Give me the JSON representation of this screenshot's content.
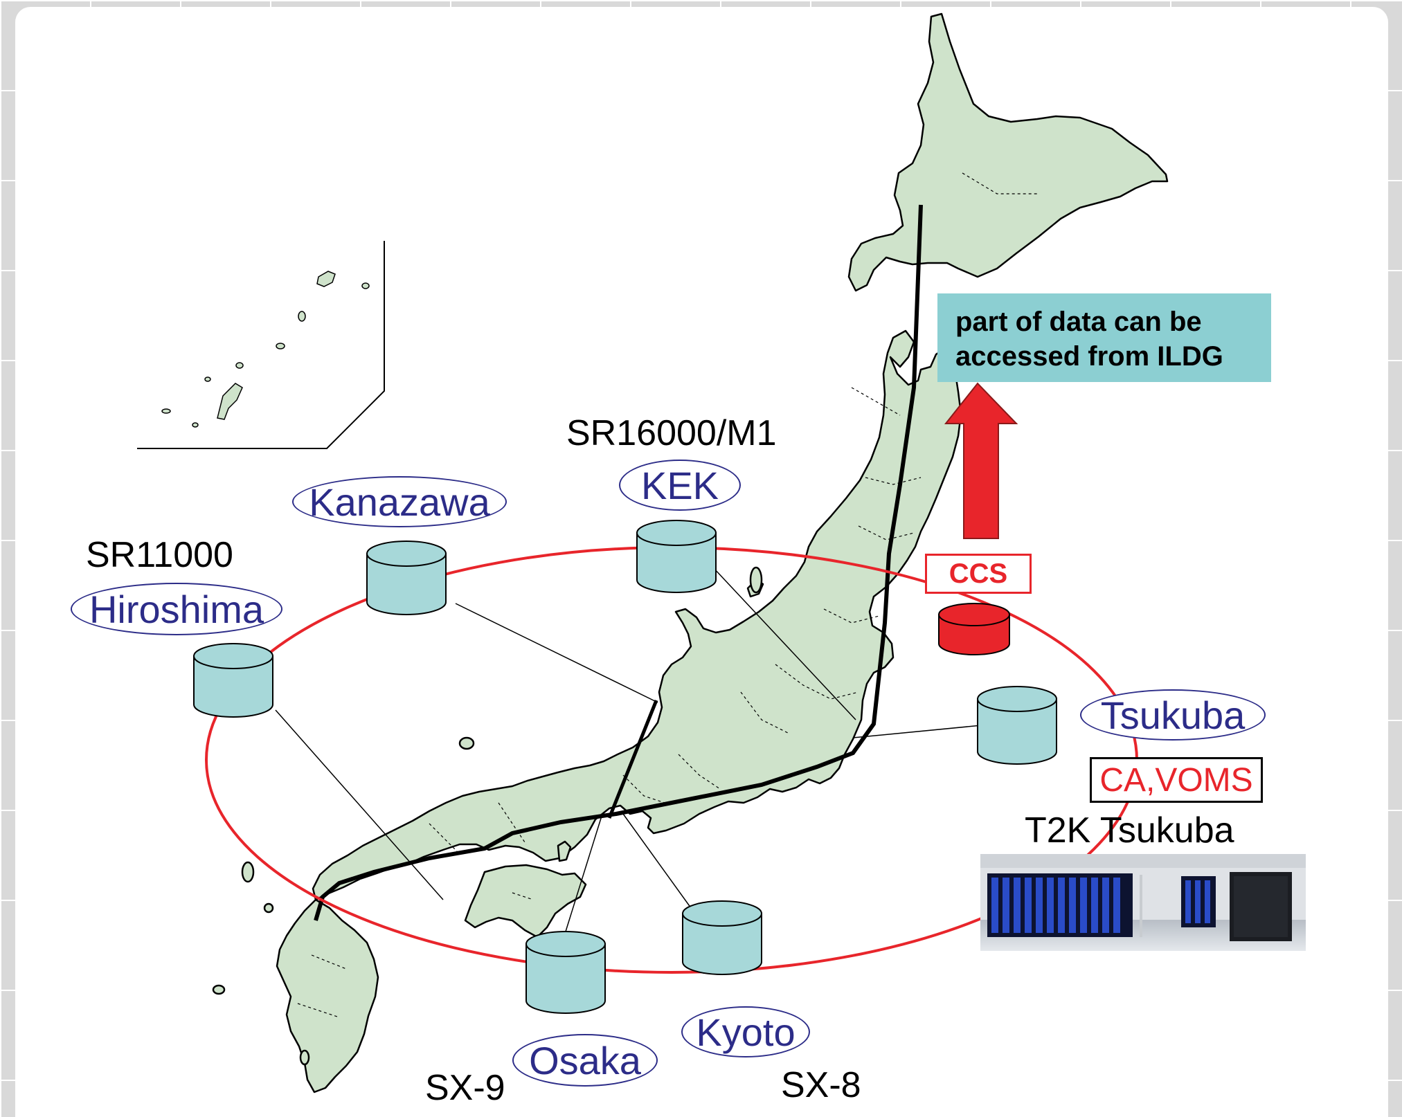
{
  "callout": {
    "line1": "part of data can be",
    "line2": "accessed from ILDG"
  },
  "ccs_label": "CCS",
  "sites": {
    "kanazawa": "Kanazawa",
    "kek": "KEK",
    "hiroshima": "Hiroshima",
    "tsukuba": "Tsukuba",
    "osaka": "Osaka",
    "kyoto": "Kyoto"
  },
  "systems": {
    "kek": "SR16000/M1",
    "hiroshima": "SR11000",
    "osaka": "SX-9",
    "kyoto": "SX-8",
    "tsukuba": "T2K Tsukuba"
  },
  "tsukuba_services": "CA,VOMS",
  "colors": {
    "ring": "#e8252b",
    "disk": "#a7d8d9",
    "ccs_disk": "#e8252b",
    "land": "#cfe3cb",
    "site_text": "#2c2c88",
    "callout_bg": "#8ccfd2"
  }
}
